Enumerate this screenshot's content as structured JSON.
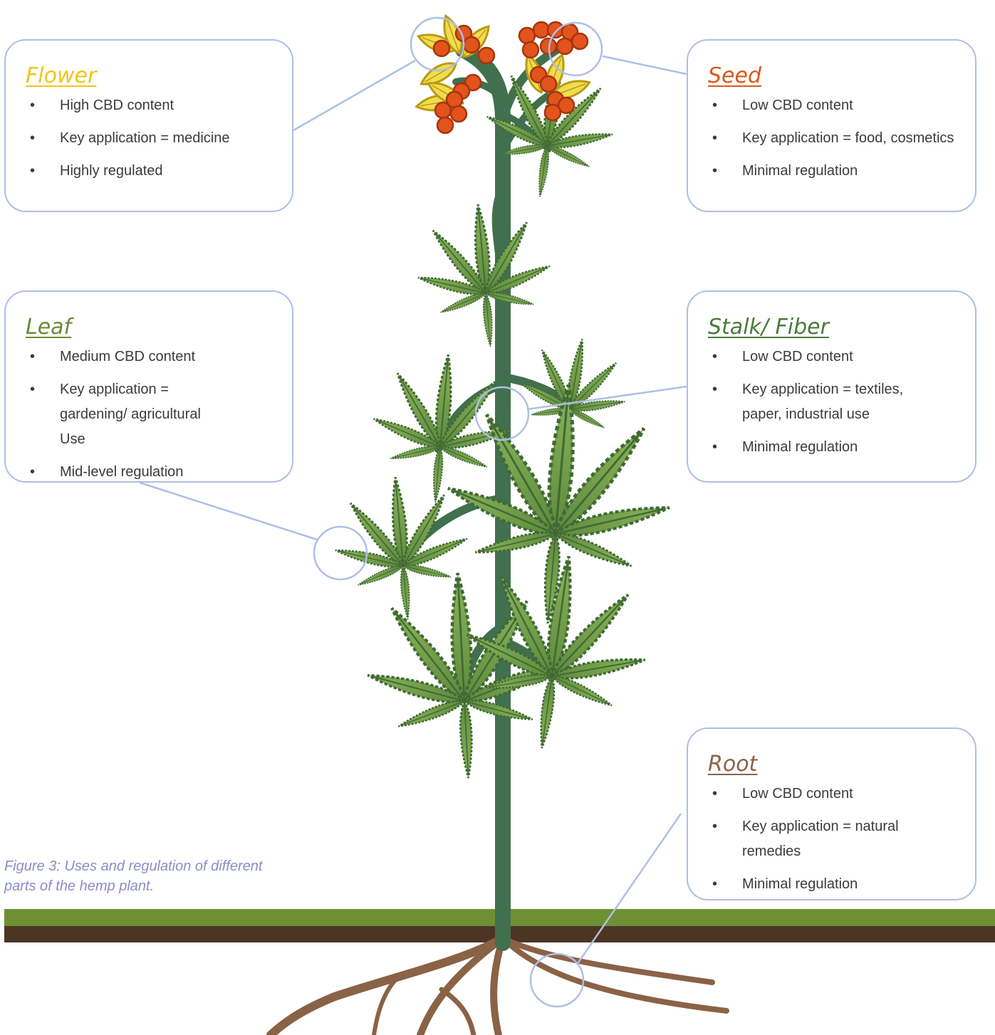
{
  "colors": {
    "flower": "#f2c418",
    "seed": "#d9591c",
    "leaf": "#6d8a36",
    "stalk": "#4a7a3a",
    "root": "#8a6246",
    "callout": "#aebfe6",
    "grass": "#6f8f35",
    "soil": "#4d3524",
    "stem": "#41704e",
    "leaf_fill": "#6e9a45",
    "seed_fill": "#e2541b"
  },
  "callouts": {
    "flower": {
      "title": "Flower",
      "bullets": [
        "High CBD content",
        "Key application = medicine",
        "Highly regulated"
      ]
    },
    "seed": {
      "title": "Seed",
      "bullets": [
        "Low CBD content",
        "Key application = food, cosmetics",
        "Minimal regulation"
      ]
    },
    "leaf": {
      "title": "Leaf",
      "bullets": [
        "Medium CBD content",
        "Key application = gardening/ agricultural Use",
        "Mid-level regulation"
      ]
    },
    "stalk": {
      "title": "Stalk/ Fiber",
      "bullets": [
        "Low CBD content",
        "Key application = textiles, paper, industrial use",
        "Minimal regulation"
      ]
    },
    "root": {
      "title": "Root",
      "bullets": [
        "Low CBD content",
        "Key application = natural remedies",
        "Minimal regulation"
      ]
    }
  },
  "caption": "Figure 3: Uses and regulation of different parts of the hemp plant."
}
